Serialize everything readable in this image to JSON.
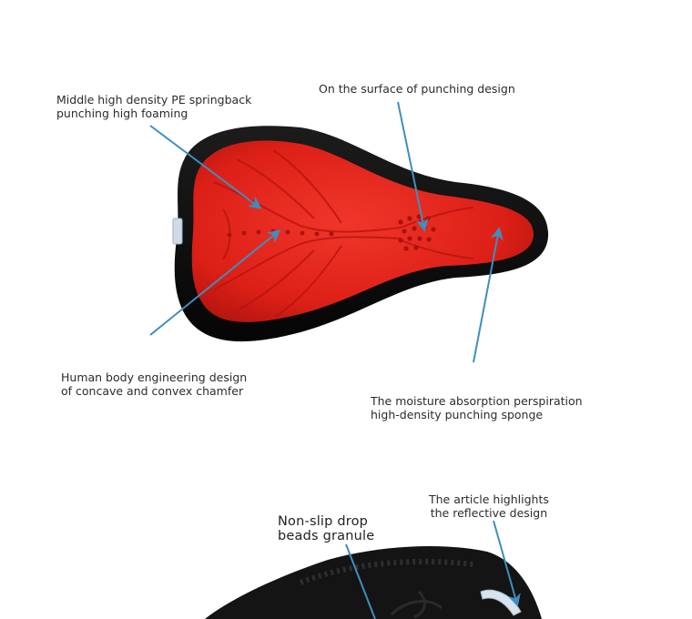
{
  "annotations": {
    "pe_springback": "Middle high density PE springback\npunching high foaming",
    "punching_surface": "On the surface of punching design",
    "concave_convex": "Human body engineering design\nof concave and convex chamfer",
    "moisture_absorption": "The moisture absorption perspiration\nhigh-density punching sponge",
    "non_slip": "Non-slip drop\nbeads granule",
    "reflective": "The article highlights\nthe reflective design"
  },
  "colors": {
    "pad_red": "#e2231a",
    "pad_dark_red": "#a8120c",
    "rim_black": "#111111",
    "arrow_blue": "#3d8fbf",
    "reflective_strip": "#d7e4ee"
  }
}
